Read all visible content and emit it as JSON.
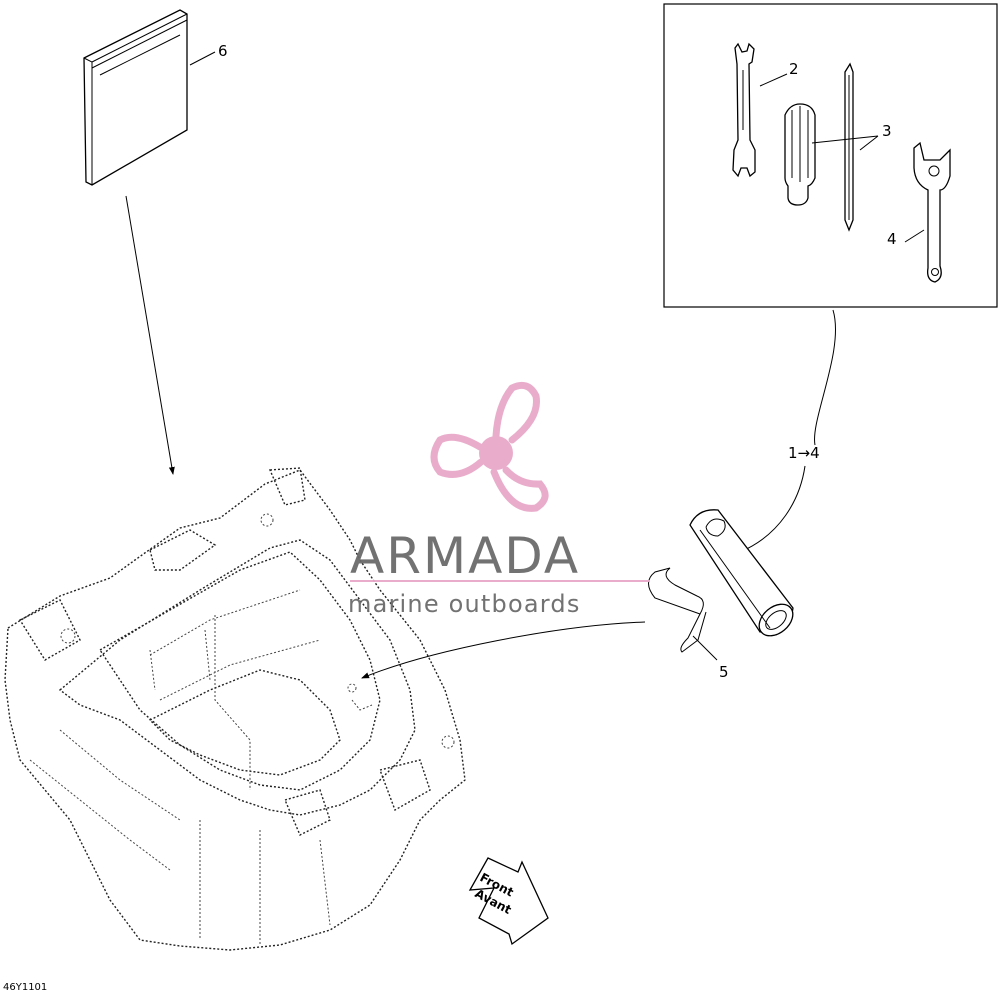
{
  "callouts": {
    "c1_4": "1→4",
    "c2": "2",
    "c3": "3",
    "c4": "4",
    "c5": "5",
    "c6": "6"
  },
  "front_arrow": {
    "line1": "Front",
    "line2": "Avant"
  },
  "watermark": {
    "brand": "ARMADA",
    "tagline": "marine outboards",
    "colors": {
      "propeller": "#e8a9c9",
      "text": "#6b6b6b"
    }
  },
  "diagram_code": "46Y1101",
  "icons": [
    "propeller-logo-icon",
    "open-end-wrench-icon",
    "screwdriver-icon",
    "spanner-wrench-icon",
    "tool-pouch-icon",
    "storage-bin-icon"
  ]
}
